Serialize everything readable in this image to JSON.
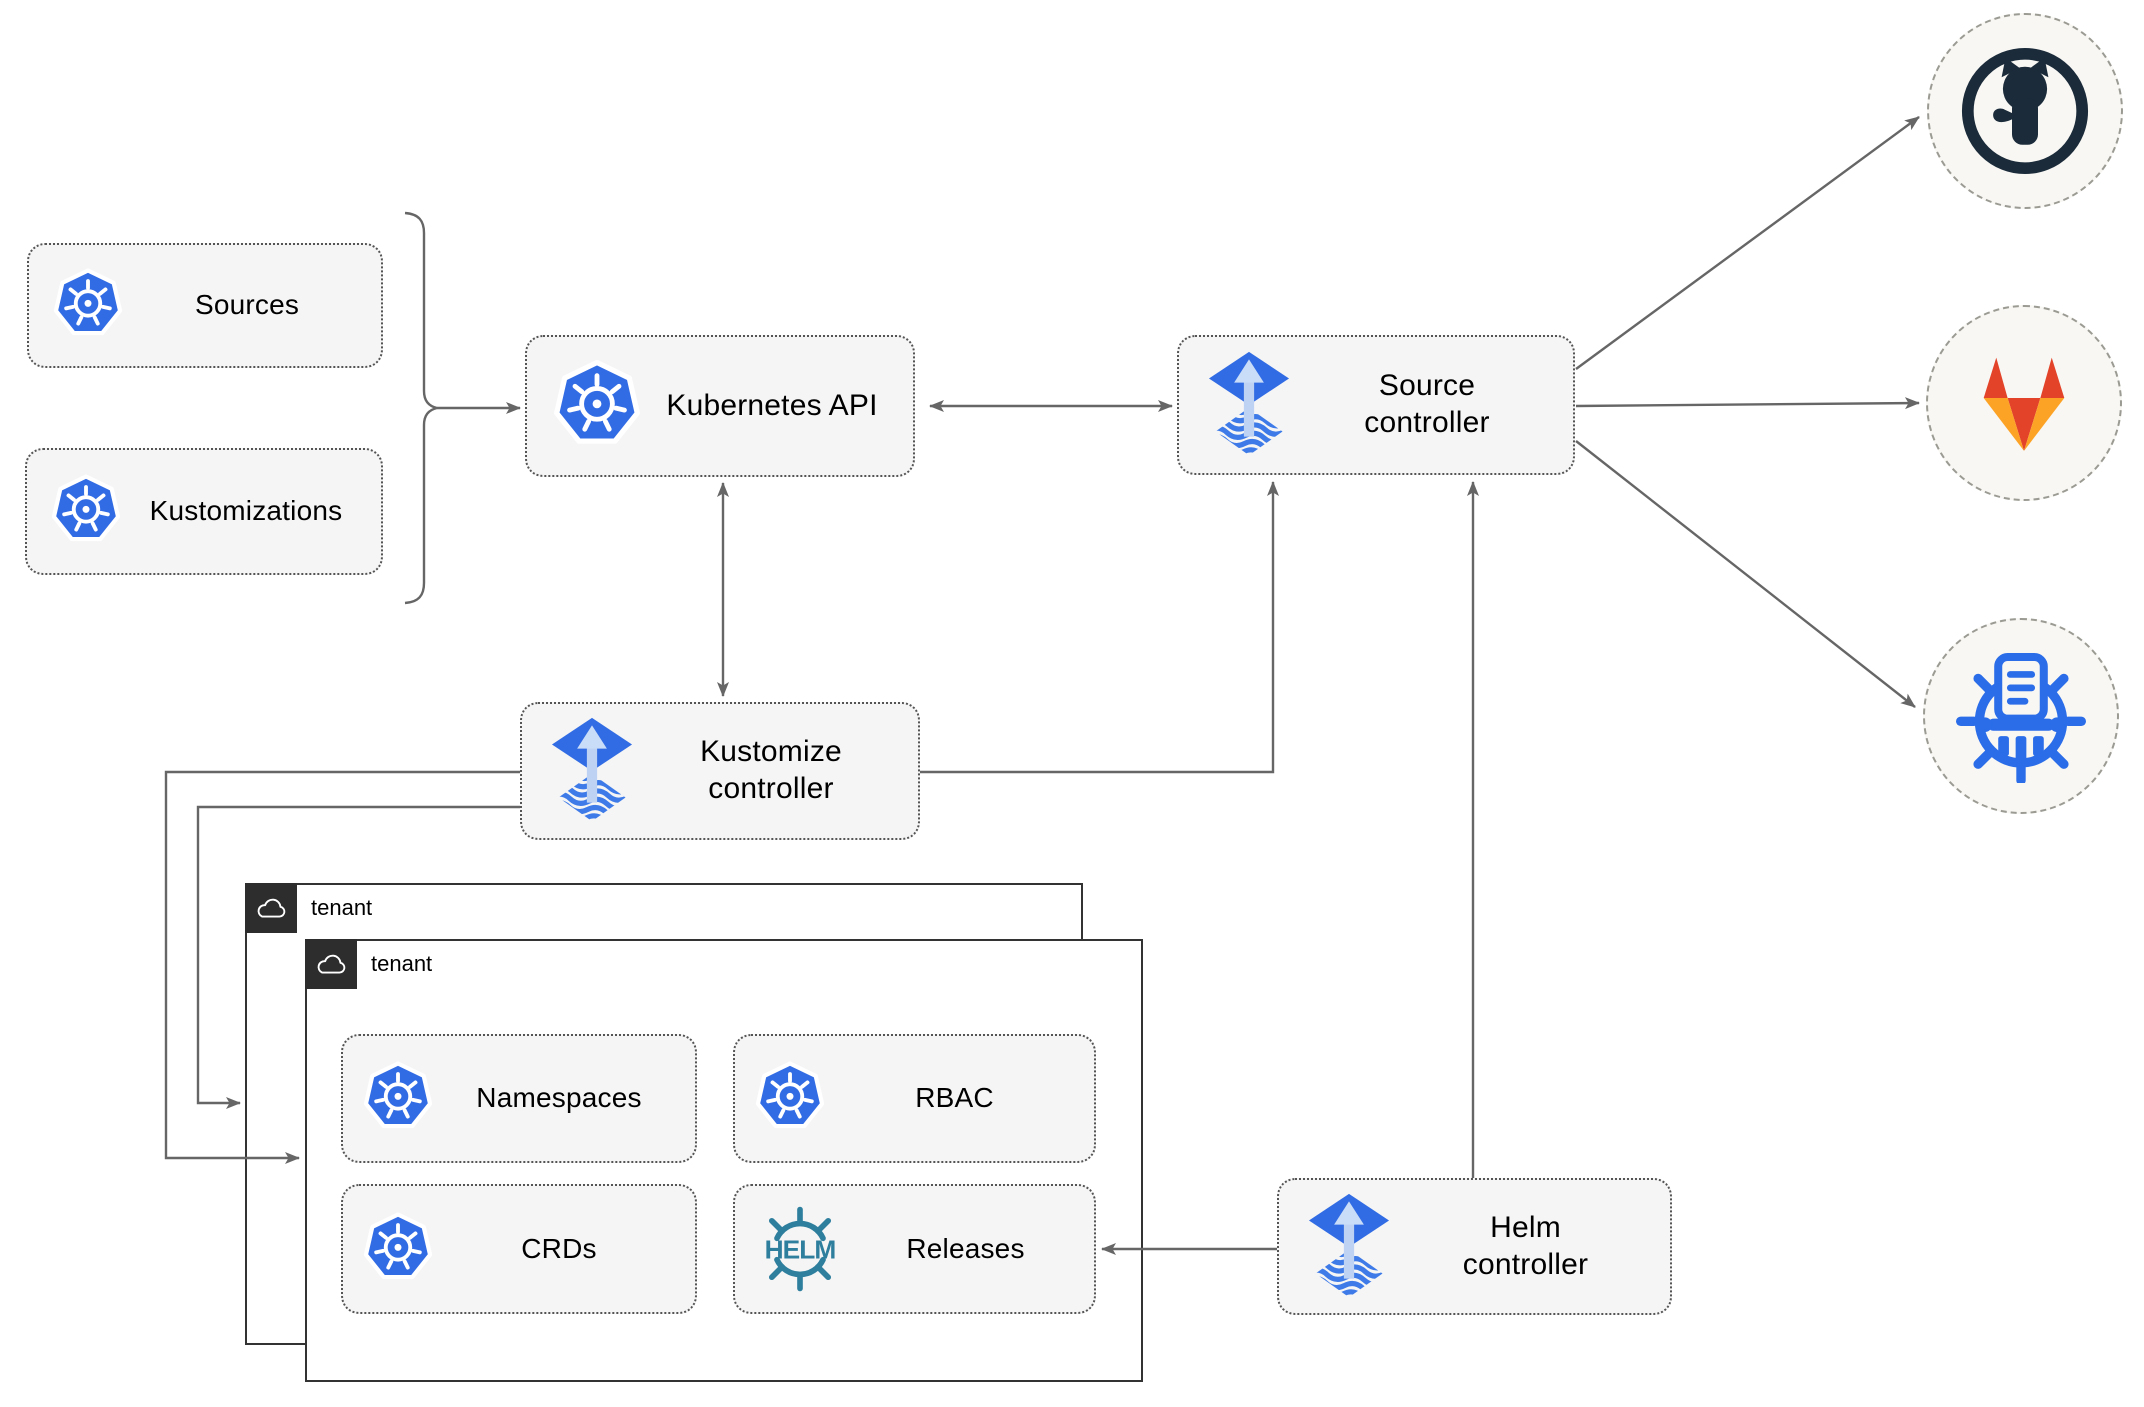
{
  "diagram": {
    "description": "Flux GitOps multi-tenant architecture diagram"
  },
  "nodes": {
    "sources": {
      "label": "Sources",
      "icon": "kubernetes-icon"
    },
    "kustomizations": {
      "label": "Kustomizations",
      "icon": "kubernetes-icon"
    },
    "kubernetes_api": {
      "label": "Kubernetes API",
      "icon": "kubernetes-icon"
    },
    "source_controller": {
      "label": "Source controller",
      "icon": "flux-icon"
    },
    "kustomize_controller": {
      "label": "Kustomize controller",
      "icon": "flux-icon"
    },
    "helm_controller": {
      "label": "Helm controller",
      "icon": "flux-icon"
    },
    "namespaces": {
      "label": "Namespaces",
      "icon": "kubernetes-icon"
    },
    "rbac": {
      "label": "RBAC",
      "icon": "kubernetes-icon"
    },
    "crds": {
      "label": "CRDs",
      "icon": "kubernetes-icon"
    },
    "releases": {
      "label": "Releases",
      "icon": "helm-icon",
      "helm_logo_text": "HELM"
    }
  },
  "containers": {
    "tenant_back": {
      "label": "tenant",
      "icon": "cloud-icon"
    },
    "tenant_front": {
      "label": "tenant",
      "icon": "cloud-icon"
    }
  },
  "endpoints": {
    "github": {
      "icon": "github-icon"
    },
    "gitlab": {
      "icon": "gitlab-icon"
    },
    "chartmuseum": {
      "icon": "chartmuseum-icon"
    }
  },
  "edges": [
    {
      "from": "sources & kustomizations",
      "to": "kubernetes_api",
      "style": "brace-arrow"
    },
    {
      "from": "kubernetes_api",
      "to": "source_controller",
      "style": "bidirectional-arrow"
    },
    {
      "from": "kubernetes_api",
      "to": "kustomize_controller",
      "style": "bidirectional-arrow"
    },
    {
      "from": "kustomize_controller",
      "to": "source_controller",
      "style": "arrow"
    },
    {
      "from": "kustomize_controller",
      "to": "tenant_front",
      "style": "arrow"
    },
    {
      "from": "kustomize_controller",
      "to": "tenant_back",
      "style": "arrow"
    },
    {
      "from": "helm_controller",
      "to": "source_controller",
      "style": "arrow"
    },
    {
      "from": "helm_controller",
      "to": "releases",
      "style": "arrow"
    },
    {
      "from": "source_controller",
      "to": "github",
      "style": "arrow"
    },
    {
      "from": "source_controller",
      "to": "gitlab",
      "style": "arrow"
    },
    {
      "from": "source_controller",
      "to": "chartmuseum",
      "style": "arrow"
    }
  ],
  "colors": {
    "kubernetes_blue": "#326CE5",
    "flux_blue": "#316CE4",
    "flux_light_arrow": "#C4D8F7",
    "helm_teal": "#2E7E9E",
    "github_dark": "#1B2B3A",
    "gitlab_red_orange": "#E24329",
    "gitlab_light_orange": "#FCA326",
    "chartmuseum_blue": "#2B6DE9",
    "arrow_gray": "#666666",
    "node_fill": "#F5F5F5",
    "endpoint_fill": "#F8F7F3",
    "tenant_header_bg": "#2D2D2D"
  }
}
